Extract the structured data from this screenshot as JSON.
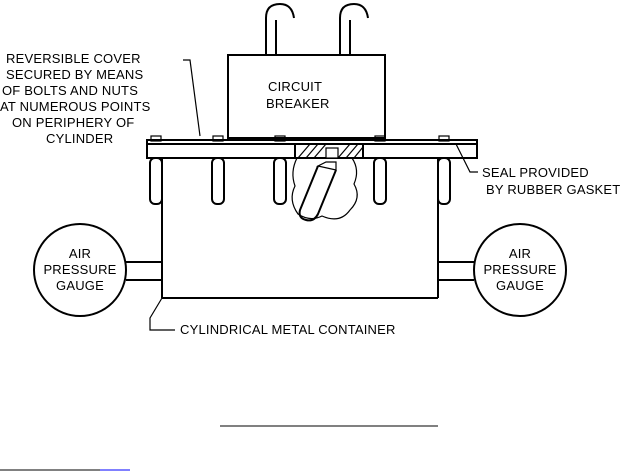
{
  "labels": {
    "cover_lines": [
      "REVERSIBLE COVER",
      "SECURED BY MEANS",
      "OF BOLTS AND NUTS",
      "AT NUMEROUS POINTS",
      "ON PERIPHERY OF",
      "CYLINDER"
    ],
    "breaker_lines": [
      "CIRCUIT",
      "BREAKER"
    ],
    "seal_lines": [
      "SEAL PROVIDED",
      "BY RUBBER GASKET"
    ],
    "gauge_left_lines": [
      "AIR",
      "PRESSURE",
      "GAUGE"
    ],
    "gauge_right_lines": [
      "AIR",
      "PRESSURE",
      "GAUGE"
    ],
    "container": "CYLINDRICAL METAL CONTAINER"
  },
  "colors": {
    "ink": "#000000",
    "background": "#ffffff",
    "link": "#0000ff"
  }
}
